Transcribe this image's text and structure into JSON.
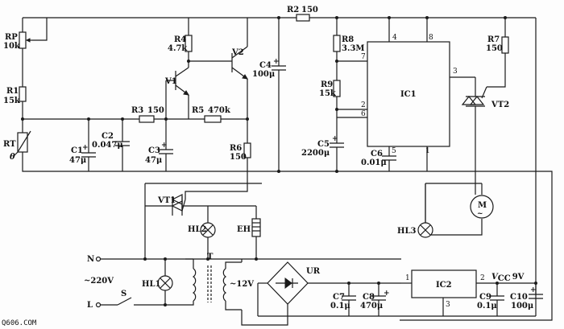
{
  "labels": {
    "rp": "RP",
    "rp_val": "10k",
    "r1": "R1",
    "r1_val": "15k",
    "rt": "RT",
    "rt_sym": "θ",
    "c1": "C1",
    "c1_val": "47μ",
    "c2": "C2",
    "c2_val": "0.047μ",
    "c3": "C3",
    "c3_val": "47μ",
    "r2": "R2",
    "r2_val": "150",
    "r3": "R3",
    "r3_val": "150",
    "r4": "R4",
    "r4_val": "4.7k",
    "r5": "R5",
    "r5_val": "470k",
    "r6": "R6",
    "r6_val": "150",
    "v1": "V1",
    "v2": "V2",
    "c4": "C4",
    "c4_val": "100μ",
    "r8": "R8",
    "r8_val": "3.3M",
    "r9": "R9",
    "r9_val": "15k",
    "c5": "C5",
    "c5_val": "2200μ",
    "c6": "C6",
    "c6_val": "0.01μ",
    "ic1": "IC1",
    "r7": "R7",
    "r7_val": "150",
    "vt2": "VT2",
    "vt1": "VT1",
    "hl1": "HL1",
    "hl2": "HL2",
    "hl3": "HL3",
    "eh": "EH",
    "m": "M",
    "n": "N",
    "l": "L",
    "s": "S",
    "mains": "~220V",
    "t": "T",
    "sec": "~12V",
    "ur": "UR",
    "c7": "C7",
    "c7_val": "0.1μ",
    "c8": "C8",
    "c8_val": "470μ",
    "ic2": "IC2",
    "c9": "C9",
    "c9_val": "0.1μ",
    "c10": "C10",
    "c10_val": "100μ",
    "vcc": "V",
    "vcc_sub": "CC",
    "vcc_val": "9V",
    "watermark": "Q606.COM"
  },
  "pins": {
    "ic1": [
      "4",
      "8",
      "7",
      "3",
      "2",
      "6",
      "5",
      "1"
    ],
    "ic2": [
      "1",
      "2",
      "3"
    ]
  }
}
